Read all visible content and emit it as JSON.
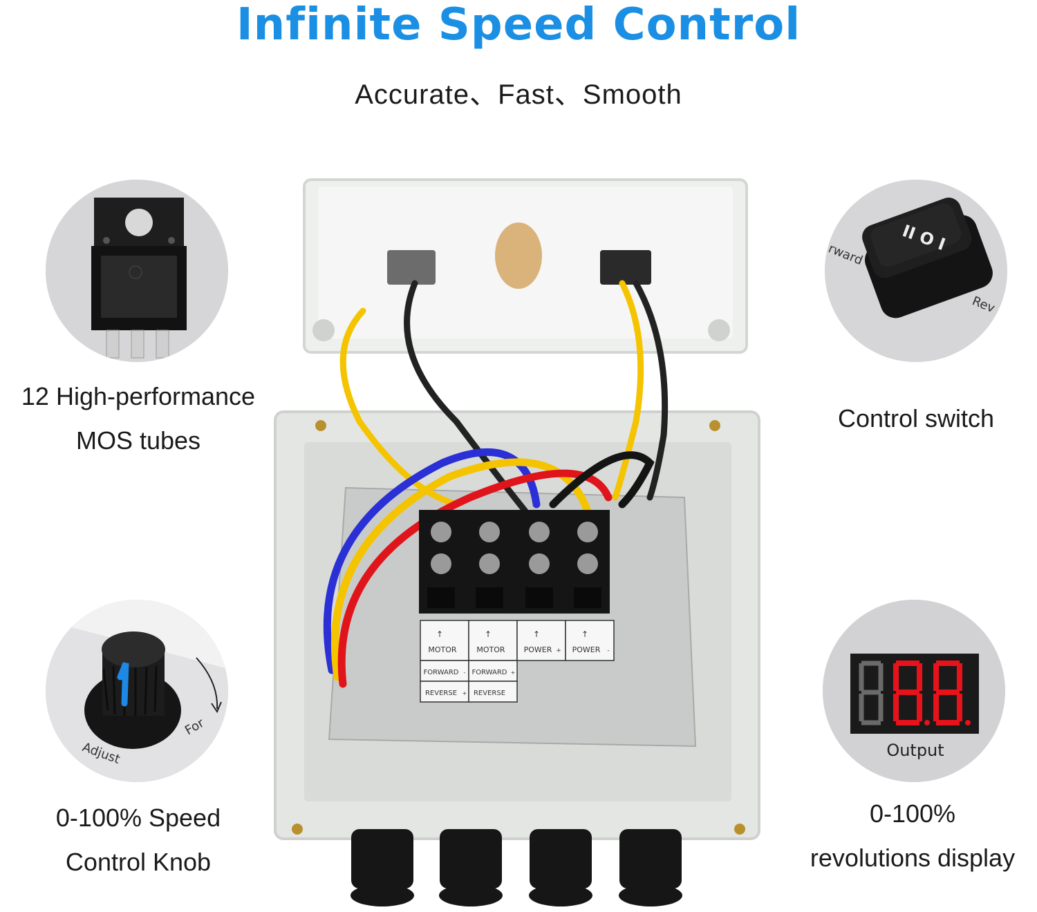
{
  "title": "Infinite Speed Control",
  "subtitle": "Accurate、Fast、Smooth",
  "features": {
    "mos": {
      "line1": "12 High-performance",
      "line2": "MOS tubes",
      "icon": "mos-transistor-icon"
    },
    "switch": {
      "line1": "Control switch",
      "icon": "rocker-switch-icon",
      "switch_symbol": "II O I",
      "label_left": "rward",
      "label_right": "Rev"
    },
    "knob": {
      "line1": "0-100% Speed",
      "line2": "Control Knob",
      "icon": "speed-knob-icon",
      "label_adjust": "Adjust",
      "label_forward": "For"
    },
    "display": {
      "line1": "0-100%",
      "line2": "revolutions display",
      "icon": "led-display-icon",
      "display_label": "Output",
      "digit_color": "#e8121b"
    }
  },
  "terminal_labels": {
    "columns": [
      "MOTOR",
      "MOTOR",
      "POWER",
      "POWER"
    ],
    "column_signs": [
      "",
      "",
      "+",
      "-"
    ],
    "row_forward": [
      "FORWARD",
      "FORWARD"
    ],
    "row_forward_signs": [
      "-",
      "+"
    ],
    "row_reverse": [
      "REVERSE",
      "REVERSE"
    ],
    "row_reverse_signs": [
      "+",
      ""
    ]
  },
  "colors": {
    "accent": "#1a8fe3",
    "wire_red": "#e0141b",
    "wire_yellow": "#f5c400",
    "wire_blue": "#2a2fd6",
    "wire_black": "#141414",
    "enclosure": "#e4e6e4"
  }
}
